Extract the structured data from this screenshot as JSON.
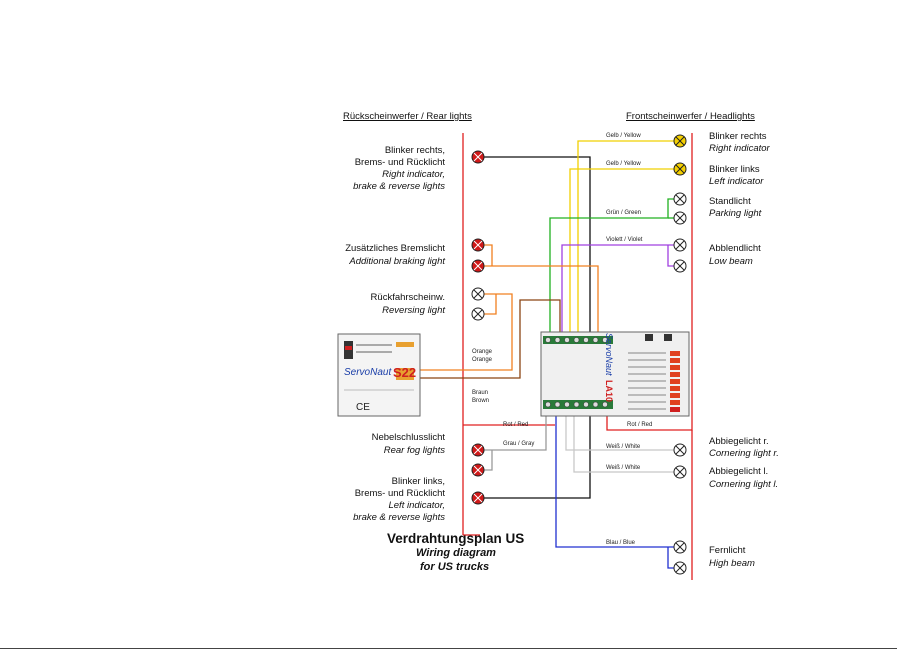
{
  "headers": {
    "rear": "Rückscheinwerfer / Rear lights",
    "front": "Frontscheinwerfer / Headlights"
  },
  "rear_labels": {
    "blinker_rechts_de": "Blinker rechts,",
    "brems_rueck_de": "Brems- und Rücklicht",
    "right_indicator_en": "Right indicator,",
    "brake_reverse_en": "brake & reverse lights",
    "zusatz_de": "Zusätzliches Bremslicht",
    "zusatz_en": "Additional braking light",
    "rueckfahr_de": "Rückfahrscheinw.",
    "rueckfahr_en": "Reversing light",
    "nebel_de": "Nebelschlusslicht",
    "nebel_en": "Rear fog lights",
    "blinker_links_de": "Blinker links,",
    "brems_rueck2_de": "Brems- und Rücklicht",
    "left_indicator_en": "Left indicator,",
    "brake_reverse2_en": "brake & reverse lights"
  },
  "front_labels": {
    "blinker_rechts_de": "Blinker rechts",
    "blinker_rechts_en": "Right indicator",
    "blinker_links_de": "Blinker links",
    "blinker_links_en": "Left indicator",
    "standlicht_de": "Standlicht",
    "standlicht_en": "Parking light",
    "abblend_de": "Abblendlicht",
    "abblend_en": "Low beam",
    "abbiege_r_de": "Abbiegelicht r.",
    "abbiege_r_en": "Cornering light r.",
    "abbiege_l_de": "Abbiegelicht l.",
    "abbiege_l_en": "Cornering light l.",
    "fern_de": "Fernlicht",
    "fern_en": "High beam"
  },
  "wire_labels": {
    "gelb1": "Gelb / Yellow",
    "gelb2": "Gelb / Yellow",
    "gruen": "Grün / Green",
    "violett": "Violett / Violet",
    "orange1": "Orange",
    "orange2": "Orange",
    "braun1": "Braun",
    "braun2": "Brown",
    "rot_left": "Rot / Red",
    "rot_right": "Rot / Red",
    "grau": "Grau / Gray",
    "weiss1": "Weiß / White",
    "weiss2": "Weiß / White",
    "blau": "Blau / Blue"
  },
  "title": {
    "main": "Verdrahtungsplan US",
    "sub1": "Wiring diagram",
    "sub2": "for US trucks"
  },
  "modules": {
    "s22_brand": "ServoNaut",
    "s22_model": "S22",
    "la10_brand": "ServoNaut",
    "la10_model": "LA10"
  },
  "colors": {
    "red": "#e02020",
    "yellow": "#f0d000",
    "green": "#20b020",
    "violet": "#a040e0",
    "orange": "#f08020",
    "brown": "#8b4513",
    "gray": "#9a9a9a",
    "white_wire": "#c8c8c8",
    "blue": "#2030d0",
    "black": "#111111",
    "bulb_red": "#d01818",
    "bulb_yellow": "#f5d000"
  }
}
